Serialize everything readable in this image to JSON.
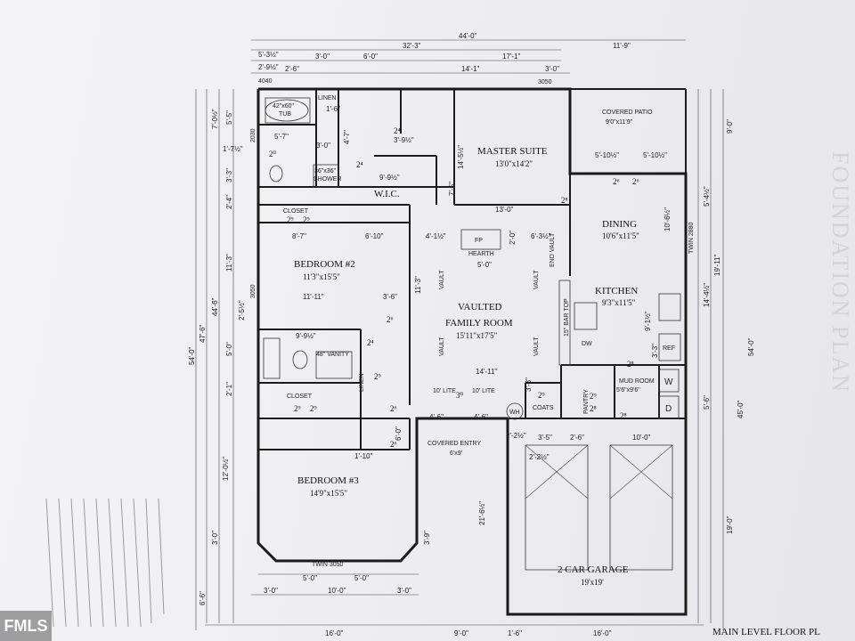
{
  "plan": {
    "footer_title": "MAIN LEVEL FLOOR PL",
    "ghost_title": "FOUNDATION PLAN",
    "watermark": "FMLS",
    "rooms": {
      "master_suite": {
        "name": "MASTER SUITE",
        "size": "13'0\"x14'2\""
      },
      "covered_patio": {
        "name": "COVERED PATIO",
        "size": "9'0\"x11'9\""
      },
      "dining": {
        "name": "DINING",
        "size": "10'6\"x11'5\""
      },
      "kitchen": {
        "name": "KITCHEN",
        "size": "9'3\"x11'5\""
      },
      "family_room_vault": "VAULTED",
      "family_room": {
        "name": "FAMILY ROOM",
        "size": "15'11\"x17'5\""
      },
      "bedroom2": {
        "name": "BEDROOM #2",
        "size": "11'3\"x15'5\""
      },
      "bedroom3": {
        "name": "BEDROOM #3",
        "size": "14'9\"x15'5\""
      },
      "wic": "W.I.C.",
      "mud_room": {
        "name": "MUD ROOM",
        "size": "5'6\"x9'6\""
      },
      "garage": {
        "name": "2 CAR GARAGE",
        "size": "19'x19'"
      },
      "covered_entry": {
        "name": "COVERED ENTRY",
        "size": "6'x9'"
      }
    },
    "labels": {
      "closet_top": "CLOSET",
      "closet_bottom": "CLOSET",
      "linen_top": "LINEN",
      "linen_mid": "LINEN",
      "tub": "42\"x60\"",
      "tub2": "TUB",
      "shower": "36\"x36\"",
      "shower2": "SHOWER",
      "vanity": "48\" VANITY",
      "fp": "FP",
      "hearth": "HEARTH",
      "pantry": "PANTRY",
      "coats": "COATS",
      "wh": "WH",
      "washer": "W",
      "dryer": "D",
      "ref": "REF",
      "dw": "DW",
      "bar_top": "15\" BAR TOP",
      "end_vault": "END VAULT",
      "twin_right": "TWIN 2880",
      "twin_bottom": "TWIN 3050",
      "window_4040": "4040",
      "window_3050_top": "3050",
      "window_3050_side": "3050",
      "window_2030": "2030",
      "vault_1": "VAULT",
      "vault_2": "VAULT",
      "vault_3": "VAULT",
      "vault_4": "VAULT",
      "lite_1": "10' LITE",
      "lite_2": "10' LITE"
    },
    "dims_top": [
      "44'-0\"",
      "32'-3\"",
      "11'-9\"",
      "5'-3½\"",
      "3'-0\"",
      "6'-0\"",
      "17'-1\"",
      "2'-9½\"",
      "2'-6\"",
      "14'-1\"",
      "3'-0\""
    ],
    "dims_left": [
      "54'-0\"",
      "47'-6\"",
      "44'-6\"",
      "7'-0½\"",
      "5'-5\"",
      "1'-7½\"",
      "3'-3\"",
      "2'-4\"",
      "11'-3\"",
      "2'-5½\"",
      "5'-0\"",
      "2'-1\"",
      "12'-0½\"",
      "3'-0\"",
      "6'-6\""
    ],
    "dims_right": [
      "9'-0\"",
      "19'-11\"",
      "54'-0\"",
      "45'-0\"",
      "5'-6\"",
      "19'-0\"",
      "5'-4½\"",
      "14'-4½\""
    ],
    "dims_bottom": [
      "16'-0\"",
      "9'-0\"",
      "1'-6\"",
      "16'-0\"",
      "3'-0\"",
      "10'-0\"",
      "3'-0\"",
      "5'-0\"",
      "5'-0\"",
      "2'-6\"",
      "3'-5\"",
      "10'-0\"",
      "2'-2½\""
    ],
    "dims_inner": [
      "5'-7\"",
      "3'-0\"",
      "4'-7\"",
      "3'-9½\"",
      "14'-5½\"",
      "7'-5\"",
      "13'-0\"",
      "9'-9½\"",
      "8'-7\"",
      "6'-10\"",
      "4'-1½\"",
      "2'-0\"",
      "6'-3½\"",
      "5'-0\"",
      "11'-11\"",
      "3'-6\"",
      "11'-3\"",
      "14'-11\"",
      "9'-9½\"",
      "1'-10\"",
      "6'-0\"",
      "4'-6\"",
      "4'-6\"",
      "21'-6½\"",
      "3'-3\"",
      "3'-9\"",
      "10'-6½\"",
      "5'-10½\"",
      "5'-10½\"",
      "1'-6\"",
      "3'-3\"",
      "9'-1½\"",
      "2'-2½\""
    ],
    "door_marks": [
      "2⁸",
      "2⁶",
      "2⁶",
      "2⁴",
      "2⁴",
      "2⁰",
      "2⁹",
      "2⁹",
      "2⁹",
      "2⁹",
      "2⁶",
      "2⁶",
      "2⁶",
      "2⁴",
      "2⁹",
      "3⁰",
      "2⁹",
      "2⁹",
      "2⁸",
      "2⁸",
      "2⁸"
    ]
  }
}
